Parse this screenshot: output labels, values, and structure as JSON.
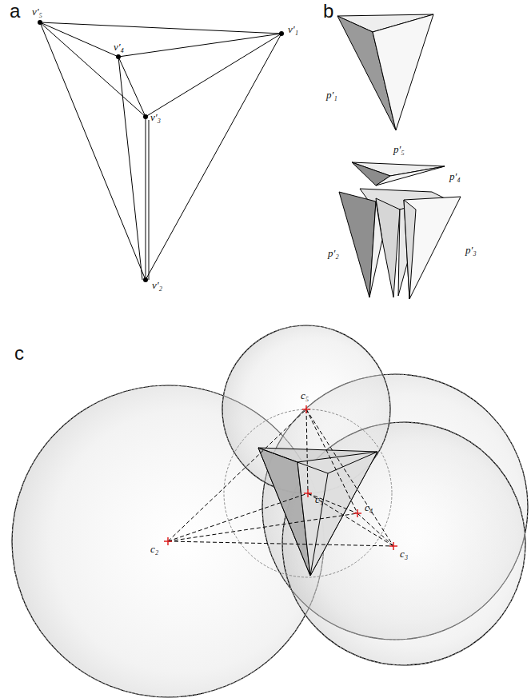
{
  "diagram": {
    "labels": [
      "a",
      "b",
      "c",
      "v′₅",
      "v′₄",
      "v′₁",
      "v′₃",
      "v′₂",
      "p′₁",
      "p′₅",
      "p′₄",
      "p′₂",
      "p′₃",
      "c₅",
      "c₁",
      "c₄",
      "c₂",
      "c₃"
    ]
  }
}
